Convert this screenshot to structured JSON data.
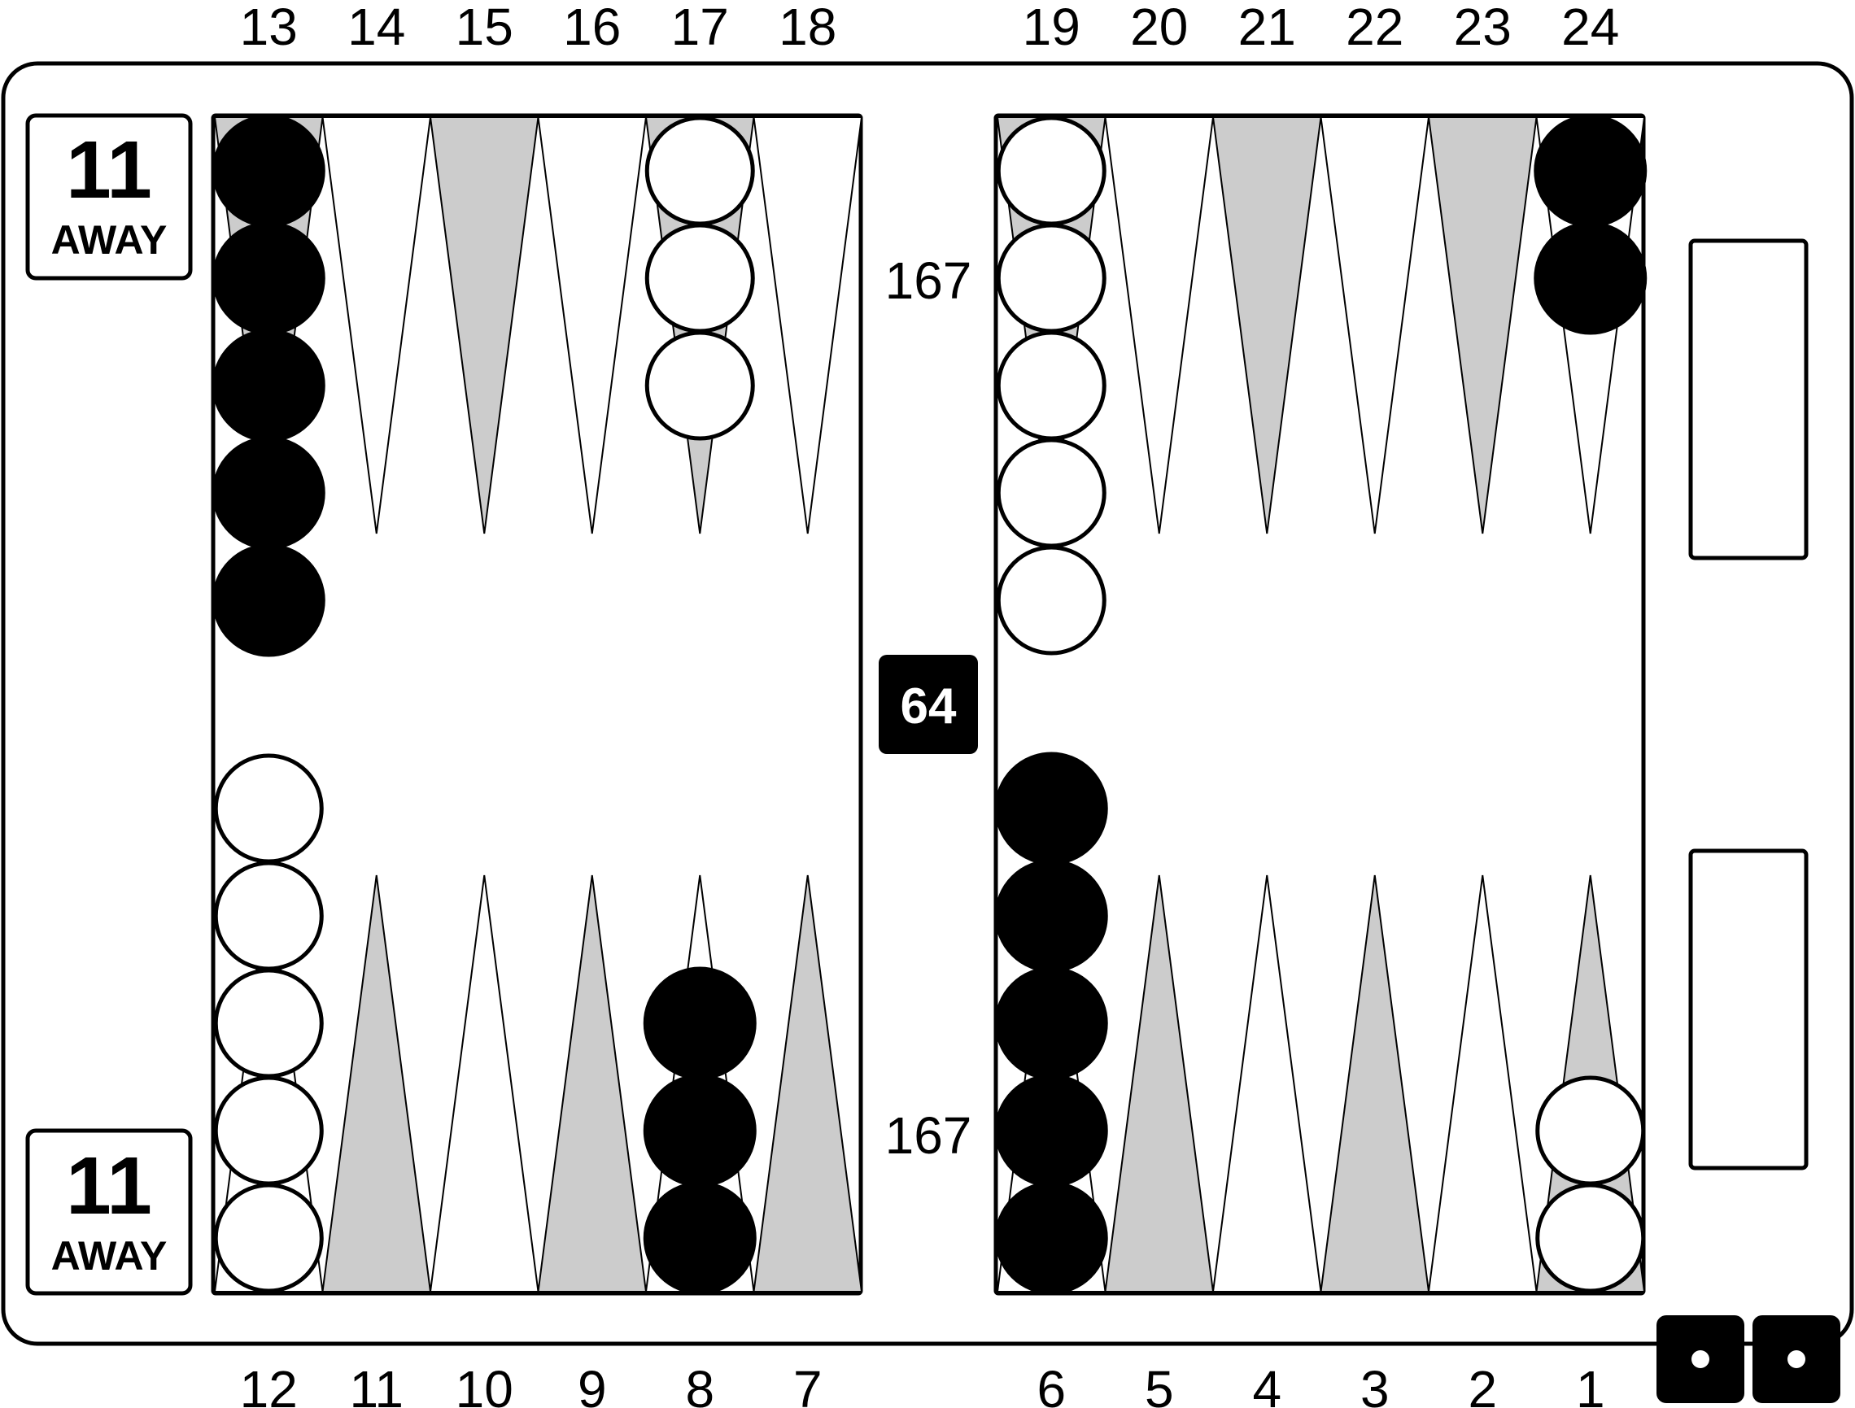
{
  "top_point_labels": [
    "13",
    "14",
    "15",
    "16",
    "17",
    "18",
    "19",
    "20",
    "21",
    "22",
    "23",
    "24"
  ],
  "bottom_point_labels": [
    "12",
    "11",
    "10",
    "9",
    "8",
    "7",
    "6",
    "5",
    "4",
    "3",
    "2",
    "1"
  ],
  "pip_counts": {
    "top": "167",
    "bottom": "167"
  },
  "scores": {
    "top": {
      "number": "11",
      "label": "AWAY"
    },
    "bottom": {
      "number": "11",
      "label": "AWAY"
    }
  },
  "cube": {
    "value": "64"
  },
  "dice": [
    {
      "value": 1,
      "icon": "die-one-icon"
    },
    {
      "value": 1,
      "icon": "die-one-icon"
    }
  ],
  "colors": {
    "dark_point": "#cccccc",
    "light_point": "#ffffff",
    "black_checker": "#000000",
    "white_checker": "#ffffff",
    "outline": "#000000"
  },
  "checkers": [
    {
      "point": 13,
      "color": "black",
      "count": 5
    },
    {
      "point": 17,
      "color": "white",
      "count": 3
    },
    {
      "point": 19,
      "color": "white",
      "count": 5
    },
    {
      "point": 24,
      "color": "black",
      "count": 2
    },
    {
      "point": 12,
      "color": "white",
      "count": 5
    },
    {
      "point": 8,
      "color": "black",
      "count": 3
    },
    {
      "point": 6,
      "color": "black",
      "count": 5
    },
    {
      "point": 1,
      "color": "white",
      "count": 2
    }
  ]
}
